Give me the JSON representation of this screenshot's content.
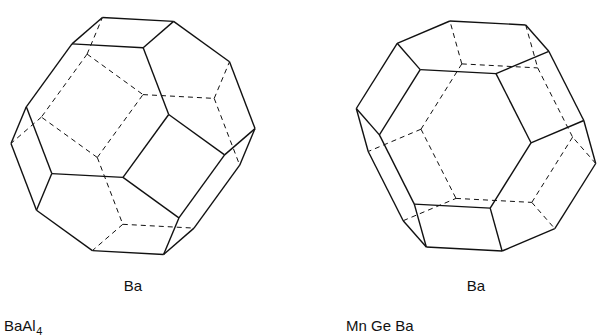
{
  "diagram": {
    "labels": [
      "Ba",
      "Ba",
      "BaAl",
      "4",
      "Mn Ge Ba"
    ]
  }
}
